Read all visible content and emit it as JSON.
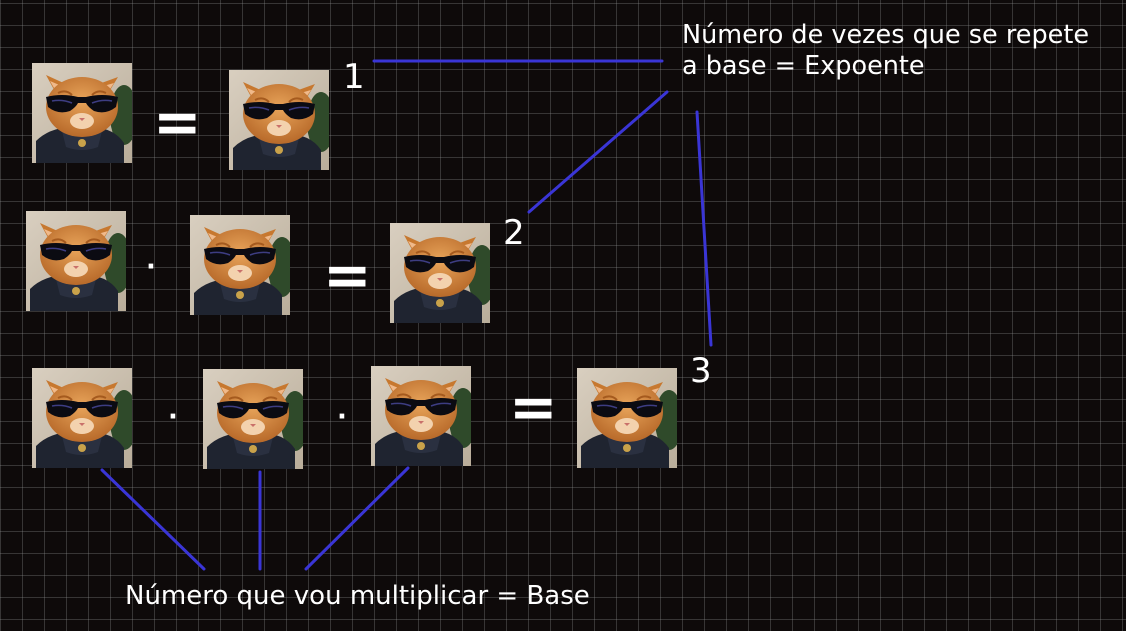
{
  "exponent_note": {
    "line1": "Número de vezes que se repete",
    "line2": "a base = Expoente"
  },
  "base_note": "Número que vou multiplicar = Base",
  "rows": [
    {
      "equals": "=",
      "exponent": "1"
    },
    {
      "dot1": "·",
      "equals": "=",
      "exponent": "2"
    },
    {
      "dot1": "·",
      "dot2": "·",
      "equals": "=",
      "exponent": "3"
    }
  ],
  "colors": {
    "background": "#0e0a0a",
    "connector": "#3a35d6",
    "text": "#ffffff"
  },
  "base_image": "cat-with-sunglasses-photo"
}
